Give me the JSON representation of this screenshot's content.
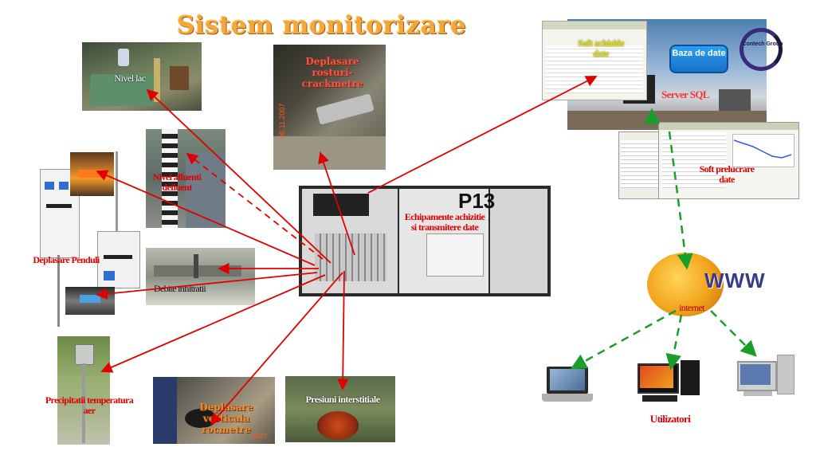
{
  "title": "Sistem monitorizare",
  "labels": {
    "nivel_lac": "Nivel lac",
    "deplasare_rosturi": "Deplasare rosturi-crackmetre",
    "nivel_afluenti": "Nivel afluenti defluent",
    "deplasare_penduli": "Deplasare Penduli",
    "debite_infiltratii": "Debite infiltratii",
    "precipitatii": "Precipitatii temperatura aer",
    "deplasare_verticala": "Deplasare verticala rocmetre",
    "presiuni": "Presiuni interstitiale",
    "echipamente": "Echipamente achizitie si transmitere date",
    "soft_achizitie": "Soft achizitie date",
    "baza_date": "Baza de date",
    "server_sql": "Server SQL",
    "soft_prelucrare": "Soft prelucrare date",
    "www": "WWW",
    "internet": "internet",
    "utilizatori": "Utilizatori",
    "logo": "Contech Group",
    "panel_tag": "P13",
    "date_stamp_1": "06.11.2007",
    "date_stamp_2": "2007"
  },
  "colors": {
    "arrow_red": "#e00000",
    "arrow_green": "#1a9e2a",
    "title_orange": "#f3a63c",
    "label_red": "#e00000"
  },
  "icons": [
    "laptop-icon",
    "desktop-tower-icon",
    "desktop-monitor-icon",
    "globe-icon",
    "logo-contech-icon"
  ]
}
